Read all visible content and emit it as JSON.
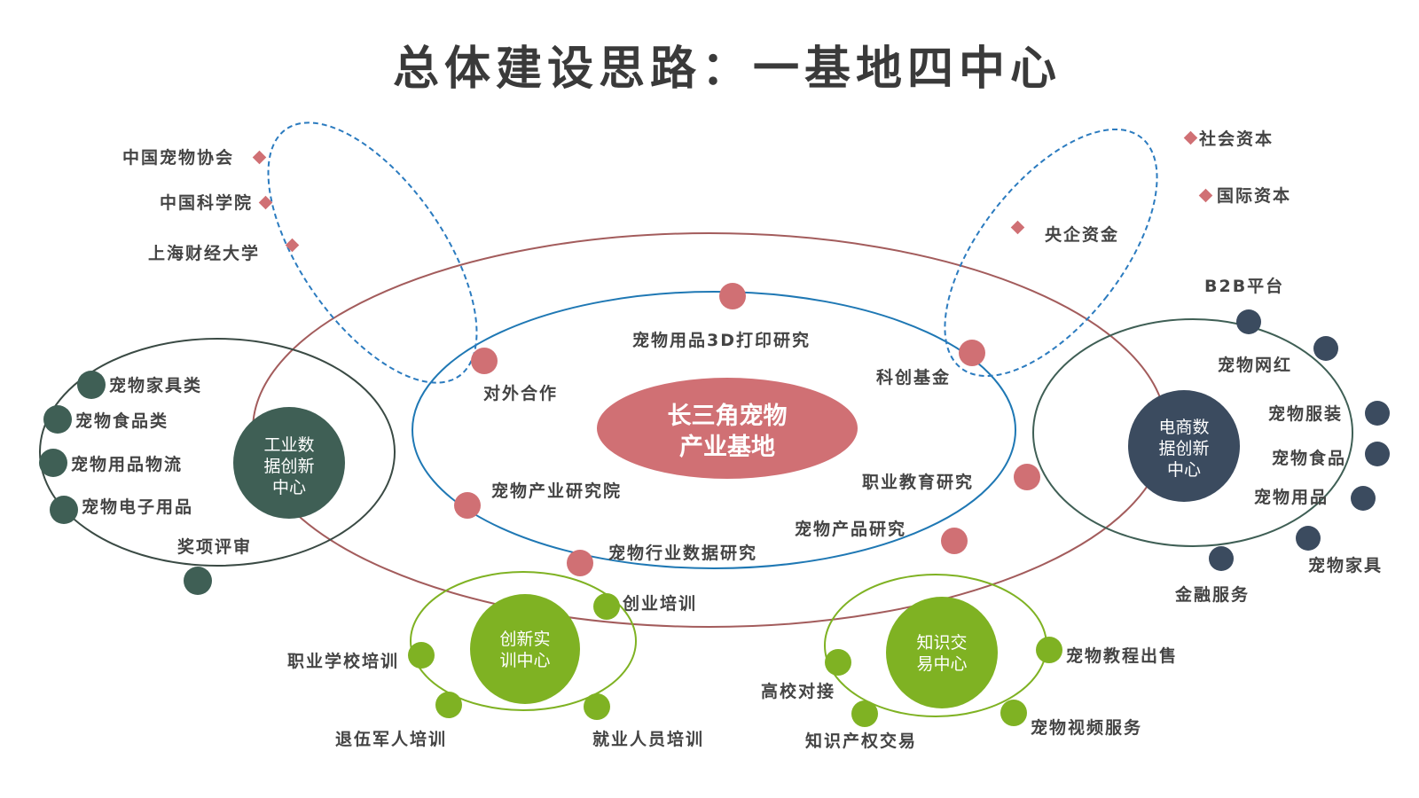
{
  "title": "总体建设思路：一基地四中心",
  "colors": {
    "title": "#3a3a3a",
    "label": "#444444",
    "industrial": "#3f5f55",
    "ecommerce": "#3b4b5f",
    "innovation": "#7fb223",
    "knowledge": "#7fb223",
    "base": "#d07074",
    "blue_ring": "#1f78b4",
    "brown_ring": "#a35c5c",
    "dashed": "#2b7bbf",
    "diamond": "#d07074"
  },
  "center": {
    "line1": "长三角宠物",
    "line2": "产业基地"
  },
  "blue_ring_items": [
    "宠物用品3D打印研究",
    "科创基金",
    "职业教育研究",
    "宠物产品研究",
    "宠物行业数据研究",
    "宠物产业研究院",
    "对外合作"
  ],
  "left_cooperation": [
    "中国宠物协会",
    "中国科学院",
    "上海财经大学"
  ],
  "right_capital": [
    "社会资本",
    "国际资本",
    "央企资金"
  ],
  "industrial_center": {
    "line1": "工业数",
    "line2": "据创新",
    "line3": "中心",
    "items": [
      "宠物家具类",
      "宠物食品类",
      "宠物用品物流",
      "宠物电子用品",
      "奖项评审"
    ]
  },
  "ecommerce_center": {
    "line1": "电商数",
    "line2": "据创新",
    "line3": "中心",
    "items": [
      "B2B平台",
      "宠物网红",
      "宠物服装",
      "宠物食品",
      "宠物用品",
      "宠物家具",
      "金融服务"
    ]
  },
  "innovation_center": {
    "line1": "创新实",
    "line2": "训中心",
    "items": [
      "创业培训",
      "职业学校培训",
      "退伍军人培训",
      "就业人员培训"
    ]
  },
  "knowledge_center": {
    "line1": "知识交",
    "line2": "易中心",
    "items": [
      "宠物教程出售",
      "高校对接",
      "知识产权交易",
      "宠物视频服务"
    ]
  }
}
